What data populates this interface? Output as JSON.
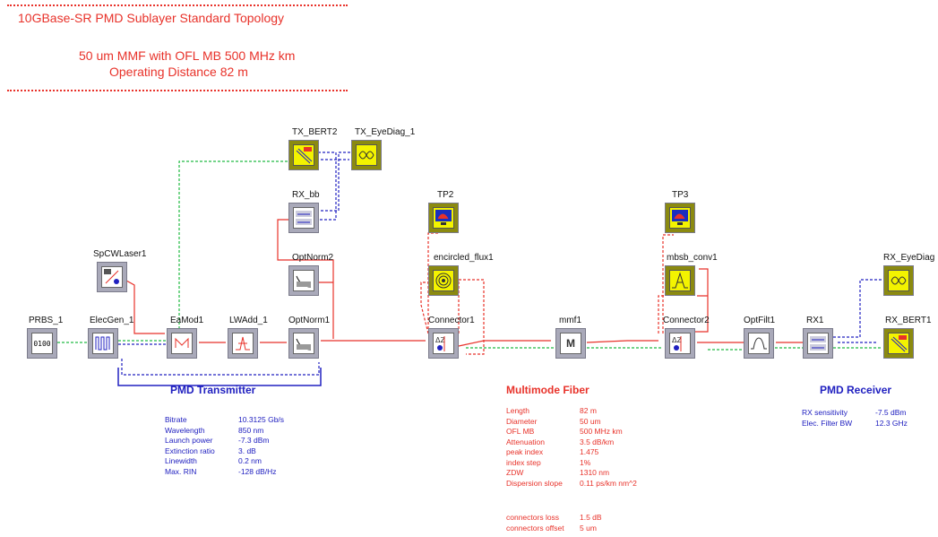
{
  "header": {
    "title": "10GBase-SR  PMD Sublayer Standard Topology",
    "subtitle1": "50 um MMF with OFL MB 500 MHz km",
    "subtitle2": "Operating Distance 82 m"
  },
  "colors": {
    "title": "#e8322a",
    "transmitter": "#2020c0",
    "fiber": "#e8322a",
    "receiver": "#2020c0",
    "optical_wire": "#e8322a",
    "electrical_wire": "#2020c0",
    "bit_wire": "#22bb44"
  },
  "blocks": {
    "prbs": "PRBS_1",
    "elecgen": "ElecGen_1",
    "spcwlaser": "SpCWLaser1",
    "eamod": "EaMod1",
    "lwadd": "LWAdd_1",
    "optnorm1": "OptNorm1",
    "optnorm2": "OptNorm2",
    "rxbb": "RX_bb",
    "txbert": "TX_BERT2",
    "txeye": "TX_EyeDiag_1",
    "tp2": "TP2",
    "encircled": "encircled_flux1",
    "connector1": "Connector1",
    "mmf": "mmf1",
    "tp3": "TP3",
    "mbsb": "mbsb_conv1",
    "connector2": "Connector2",
    "optfilt": "OptFilt1",
    "rx": "RX1",
    "rxeye": "RX_EyeDiag",
    "rxbert": "RX_BERT1"
  },
  "icon_text": {
    "prbs": "0100"
  },
  "transmitter": {
    "title": "PMD Transmitter",
    "params": [
      {
        "k": "Bitrate",
        "v": "10.3125  Gb/s"
      },
      {
        "k": "Wavelength",
        "v": "850 nm"
      },
      {
        "k": "Launch power",
        "v": "-7.3 dBm"
      },
      {
        "k": "Extinction ratio",
        "v": "3. dB"
      },
      {
        "k": "Linewidth",
        "v": "0.2 nm"
      },
      {
        "k": "Max. RIN",
        "v": "-128 dB/Hz"
      }
    ]
  },
  "fiber": {
    "title": "Multimode Fiber",
    "params": [
      {
        "k": "Length",
        "v": "82 m"
      },
      {
        "k": "Diameter",
        "v": "50 um"
      },
      {
        "k": "OFL MB",
        "v": "500 MHz km"
      },
      {
        "k": "Attenuation",
        "v": "3.5 dB/km"
      },
      {
        "k": "peak index",
        "v": "1.475"
      },
      {
        "k": "index step",
        "v": "1%"
      },
      {
        "k": "ZDW",
        "v": "1310 nm"
      },
      {
        "k": "Dispersion slope",
        "v": "0.11 ps/km nm^2"
      }
    ],
    "connector_params": [
      {
        "k": "connectors loss",
        "v": "1.5 dB"
      },
      {
        "k": "connectors offset",
        "v": "5 um"
      }
    ]
  },
  "receiver": {
    "title": "PMD Receiver",
    "params": [
      {
        "k": "RX sensitivity",
        "v": "-7.5 dBm"
      },
      {
        "k": "Elec. Filter BW",
        "v": "12.3 GHz"
      }
    ]
  }
}
